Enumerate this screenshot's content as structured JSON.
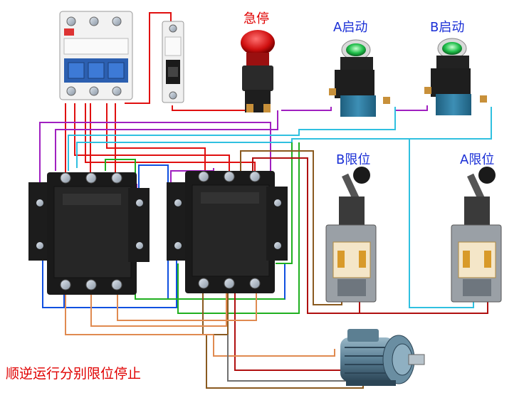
{
  "labels": {
    "emergency_stop": "急停",
    "a_start": "A启动",
    "b_start": "B启动",
    "b_limit": "B限位",
    "a_limit": "A限位",
    "caption": "顺逆运行分别限位停止"
  },
  "colors": {
    "red": "#e01010",
    "purple": "#a020c0",
    "cyan": "#30c0e0",
    "blue": "#1050e0",
    "green": "#20b020",
    "brown": "#8a5a20",
    "orange": "#e08a50",
    "darkred": "#b01010"
  },
  "icons": [
    "circuit-breaker-icon",
    "single-pole-breaker-icon",
    "emergency-stop-button-icon",
    "start-button-icon",
    "contactor-icon",
    "limit-switch-icon",
    "motor-icon"
  ]
}
